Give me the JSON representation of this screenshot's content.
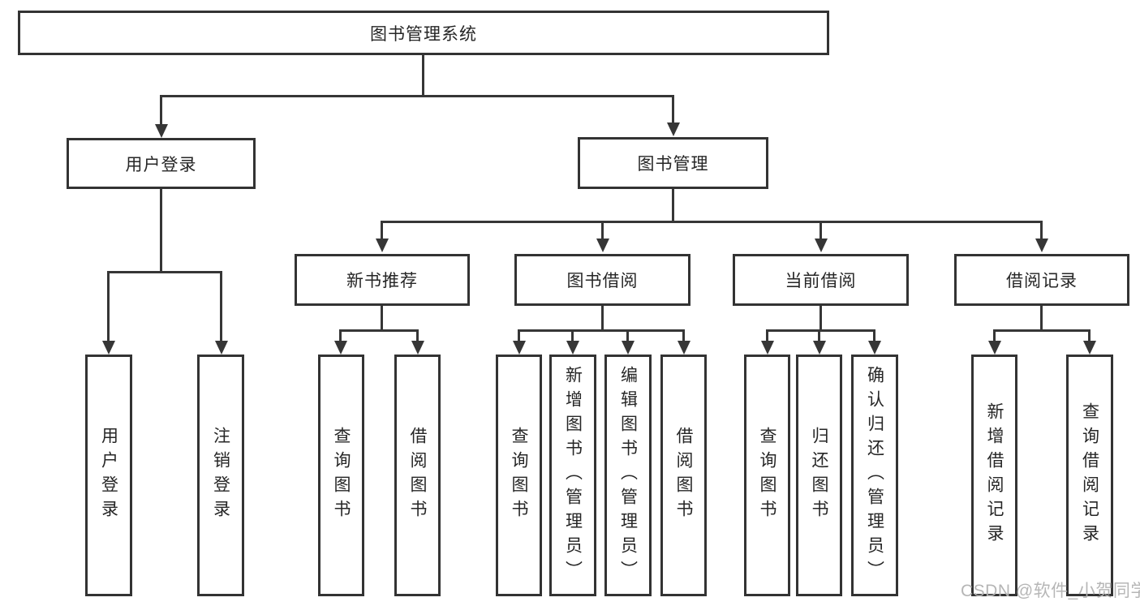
{
  "tree": {
    "root": {
      "label": "图书管理系统"
    },
    "children": [
      {
        "label": "用户登录",
        "children": [
          {
            "label": "用户登录"
          },
          {
            "label": "注销登录"
          }
        ]
      },
      {
        "label": "图书管理",
        "children": [
          {
            "label": "新书推荐",
            "children": [
              {
                "label": "查询图书"
              },
              {
                "label": "借阅图书"
              }
            ]
          },
          {
            "label": "图书借阅",
            "children": [
              {
                "label": "查询图书"
              },
              {
                "label": "新增图书（管理员）"
              },
              {
                "label": "编辑图书（管理员）"
              },
              {
                "label": "借阅图书"
              }
            ]
          },
          {
            "label": "当前借阅",
            "children": [
              {
                "label": "查询图书"
              },
              {
                "label": "归还图书"
              },
              {
                "label": "确认归还（管理员）"
              }
            ]
          },
          {
            "label": "借阅记录",
            "children": [
              {
                "label": "新增借阅记录"
              },
              {
                "label": "查询借阅记录"
              }
            ]
          }
        ]
      }
    ]
  },
  "watermark": {
    "text": "CSDN @软件_小贺同学"
  },
  "colors": {
    "line": "#363636",
    "border": "#333333",
    "text": "#262626",
    "watermark": "#b2b2b2",
    "background": "#ffffff"
  }
}
